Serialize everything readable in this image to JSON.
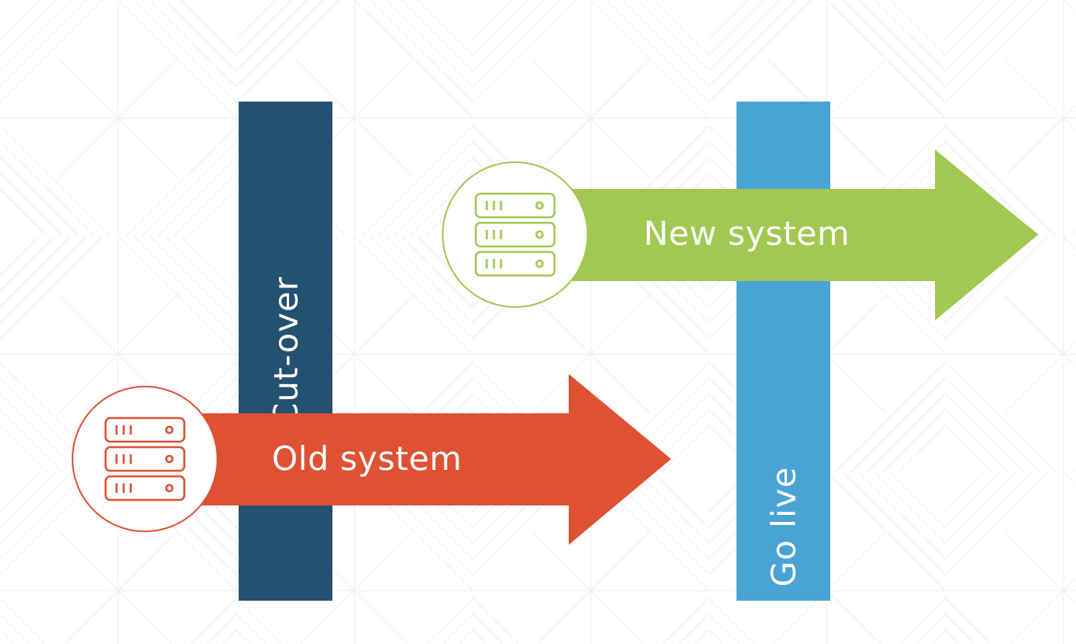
{
  "milestones": {
    "cutover": {
      "label": "Cut-over"
    },
    "golive": {
      "label": "Go live"
    }
  },
  "systems": {
    "old": {
      "label": "Old system",
      "icon": "server-rack-icon"
    },
    "new": {
      "label": "New system",
      "icon": "server-rack-icon"
    }
  },
  "colors": {
    "cutover_bar": "#235170",
    "golive_bar": "#4aa3d5",
    "old_arrow": "#de5133",
    "new_arrow": "#a0c853",
    "pattern_line": "#ececec"
  }
}
